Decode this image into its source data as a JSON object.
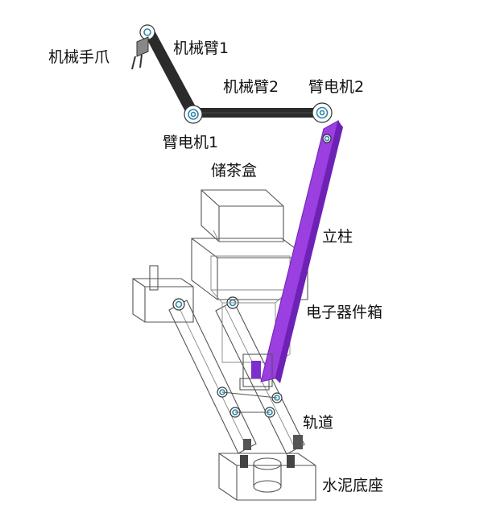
{
  "labels": {
    "gripper": "机械手爪",
    "arm1": "机械臂1",
    "arm2": "机械臂2",
    "motor2": "臂电机2",
    "motor1": "臂电机1",
    "tea_box": "储茶盒",
    "column": "立柱",
    "electronics_box": "电子器件箱",
    "track": "轨道",
    "concrete_base": "水泥底座"
  },
  "colors": {
    "arm": "#2b2b2b",
    "column": "#9b3fe0",
    "column_dark": "#6e22b5",
    "joint_accent": "#2f86a6",
    "wireframe": "#555555"
  }
}
